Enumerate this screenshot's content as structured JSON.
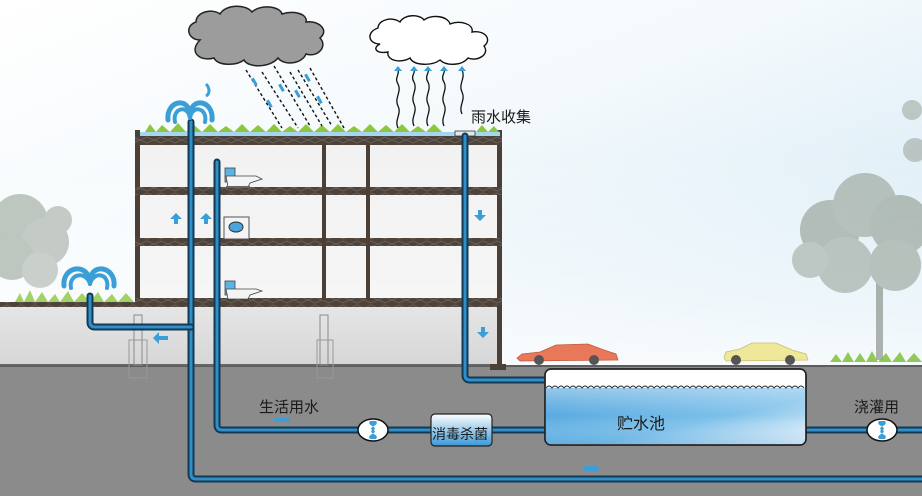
{
  "diagram": {
    "title": "Rainwater harvesting and reuse system section",
    "labels": {
      "rainwater_collection": "雨水收集",
      "domestic_water": "生活用水",
      "disinfection": "消毒杀菌",
      "storage_tank": "贮水池",
      "irrigation_water": "浇灌用"
    },
    "colors": {
      "sky_top": "#cfe6f3",
      "sky_bottom": "#ffffff",
      "ground": "#8a8a8a",
      "building_frame": "#4a4038",
      "pipe_blue": "#2f8fc6",
      "pipe_outline": "#123a55",
      "fountain_blue": "#3a9fd6",
      "grass_green": "#8cc63f",
      "water_top": "#ffffff",
      "water_bottom": "#3a9ad8",
      "red_car": "#e9785a",
      "yellow_car": "#efe79a",
      "rain_cloud": "#9c9c9c",
      "evap_cloud": "#ffffff"
    },
    "icons": [
      "rain-cloud-icon",
      "evaporation-cloud-icon",
      "fountain-icon",
      "toilet-icon",
      "washing-machine-icon",
      "pump-icon",
      "flow-arrow-icon",
      "car-icon",
      "tree-icon"
    ]
  }
}
